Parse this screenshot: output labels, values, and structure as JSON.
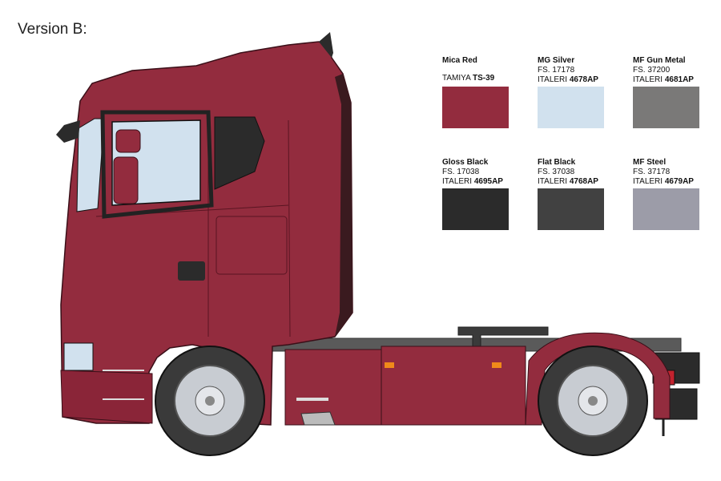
{
  "title": "Version B:",
  "swatches": [
    {
      "name": "Mica Red",
      "lines": [
        {
          "prefix": "TAMIYA ",
          "code": "TS-39"
        }
      ],
      "color": "#932c3e"
    },
    {
      "name": "MG Silver",
      "lines": [
        {
          "prefix": "FS. 17178",
          "code": ""
        },
        {
          "prefix": "ITALERI ",
          "code": "4678AP"
        }
      ],
      "color": "#d1e1ee"
    },
    {
      "name": "MF Gun Metal",
      "lines": [
        {
          "prefix": "FS. 37200",
          "code": ""
        },
        {
          "prefix": "ITALERI ",
          "code": "4681AP"
        }
      ],
      "color": "#7a7978"
    },
    {
      "name": "Gloss Black",
      "lines": [
        {
          "prefix": "FS. 17038",
          "code": ""
        },
        {
          "prefix": "ITALERI ",
          "code": "4695AP"
        }
      ],
      "color": "#2b2b2b"
    },
    {
      "name": "Flat Black",
      "lines": [
        {
          "prefix": "FS. 37038",
          "code": ""
        },
        {
          "prefix": "ITALERI ",
          "code": "4768AP"
        }
      ],
      "color": "#414141"
    },
    {
      "name": "MF Steel",
      "lines": [
        {
          "prefix": "FS. 37178",
          "code": ""
        },
        {
          "prefix": "ITALERI ",
          "code": "4679AP"
        }
      ],
      "color": "#9c9ca8"
    }
  ],
  "colors": {
    "body": "#932c3e",
    "body_dark": "#7a1f30",
    "glass": "#d1e1ee",
    "black": "#2b2b2b",
    "tire": "#3a3a3a",
    "rim": "#c8ccd2",
    "chassis_grey": "#6b6b6b"
  }
}
